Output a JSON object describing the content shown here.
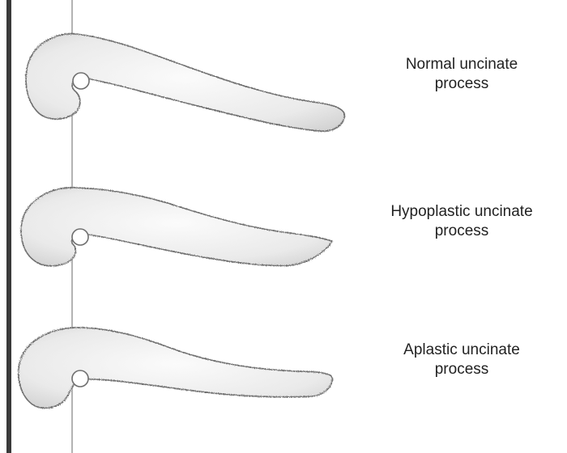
{
  "labels": {
    "normal": [
      "Normal uncinate",
      "process"
    ],
    "hypoplastic": [
      "Hypoplastic uncinate",
      "process"
    ],
    "aplastic": [
      "Aplastic uncinate",
      "process"
    ]
  },
  "colors": {
    "outline": "#6e6e6e",
    "stipple_light": "#e9e9e9",
    "stipple_mid": "#cfcfcf",
    "left_bar": "#3a3a3a",
    "reference_line": "#9a9a9a"
  }
}
